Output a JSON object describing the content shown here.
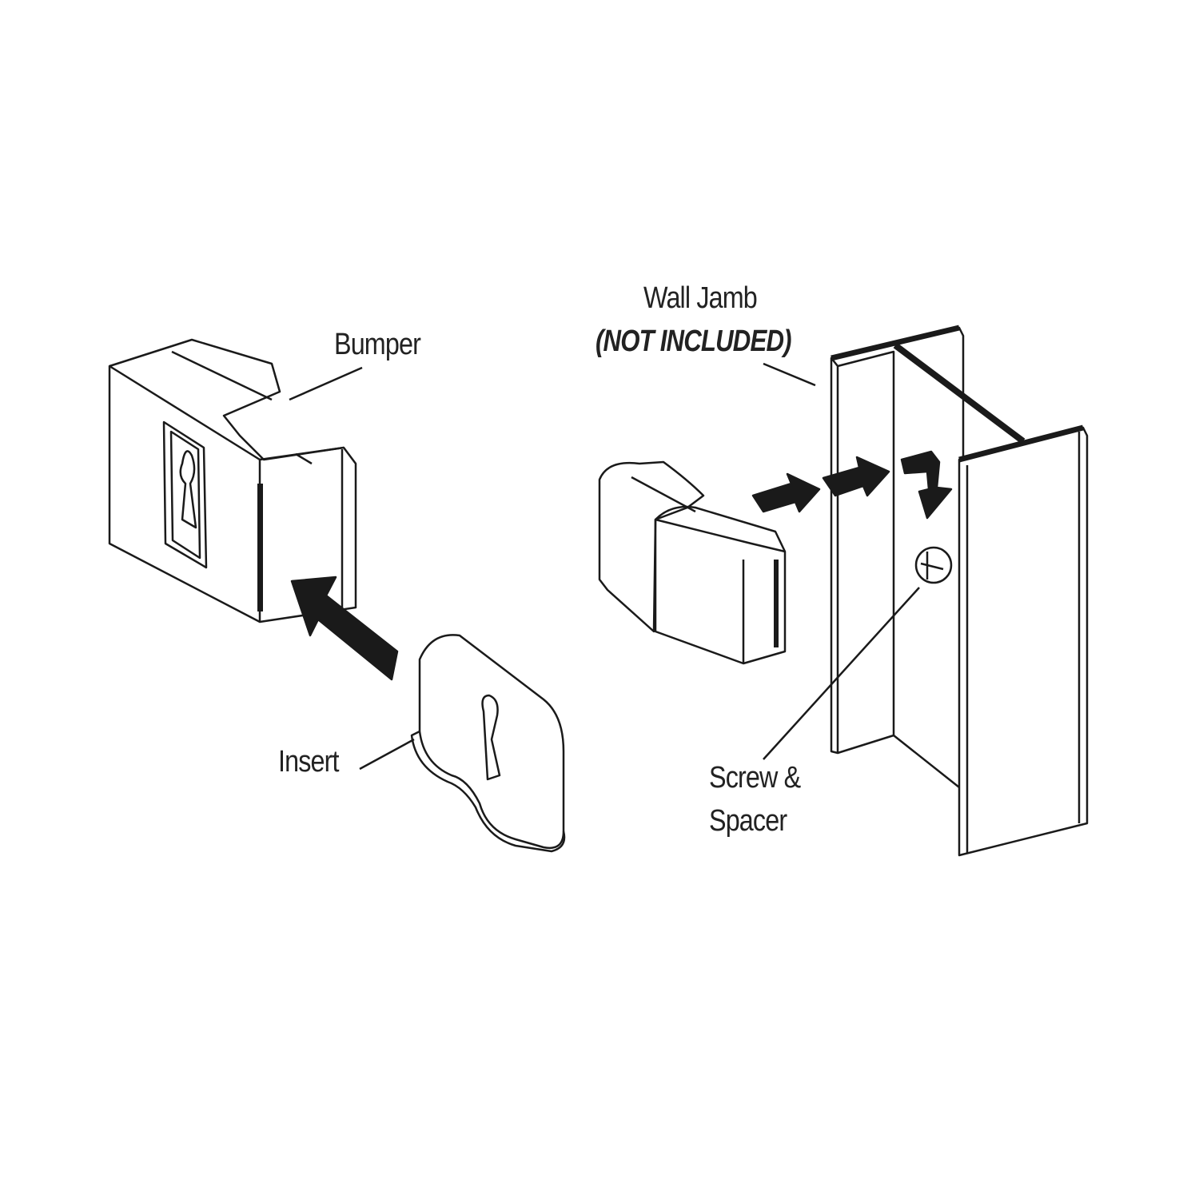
{
  "labels": {
    "bumper": "Bumper",
    "wall_jamb": "Wall Jamb",
    "not_included": "(NOT INCLUDED)",
    "insert": "Insert",
    "screw_line1": "Screw &",
    "screw_line2": "Spacer"
  },
  "colors": {
    "line": "#1a1a1a",
    "background": "#ffffff"
  }
}
